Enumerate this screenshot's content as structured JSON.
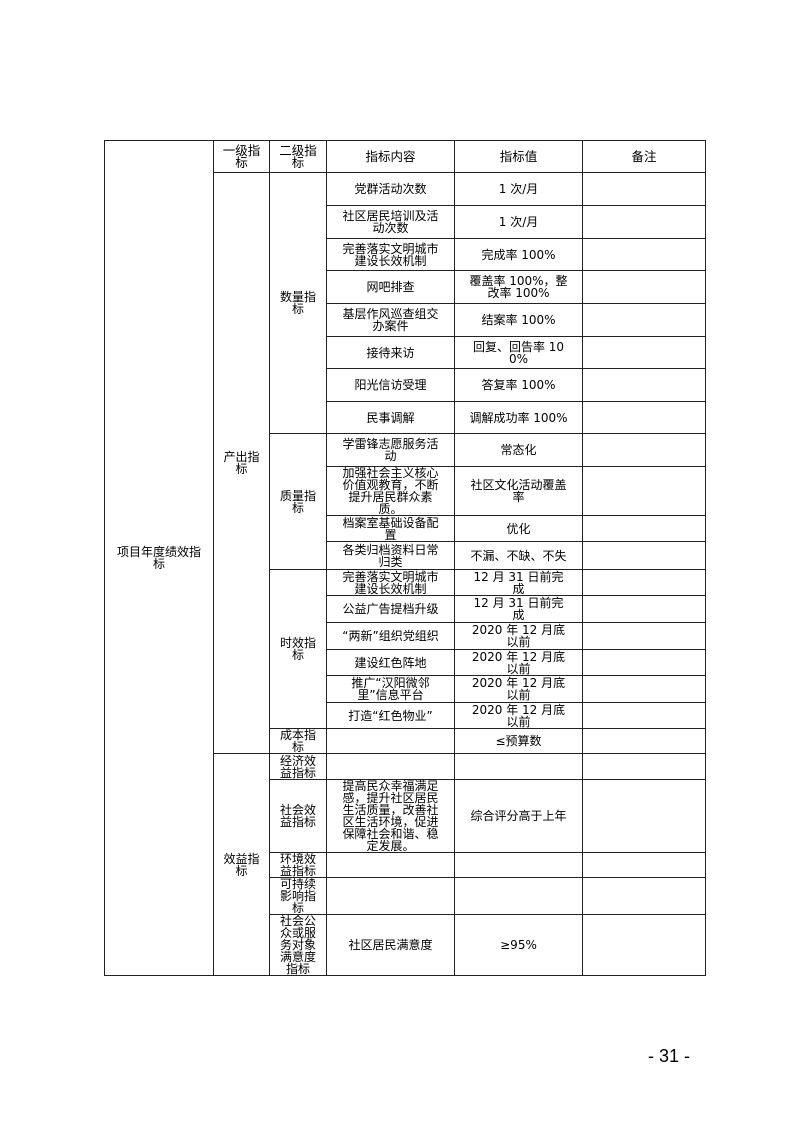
{
  "header": {
    "level1": "一级指标",
    "level2": "二级指标",
    "content": "指标内容",
    "value": "指标值",
    "note": "备注"
  },
  "title_cell": "项目年度绩效指标",
  "groups": [
    {
      "level1": "产出指标",
      "subs": [
        {
          "level2": "数量指标",
          "rows": [
            {
              "content": "党群活动次数",
              "value": "1 次/月",
              "note": ""
            },
            {
              "content": "社区居民培训及活动次数",
              "value": "1 次/月",
              "note": ""
            },
            {
              "content": "完善落实文明城市建设长效机制",
              "value": "完成率 100%",
              "note": ""
            },
            {
              "content": "网吧排查",
              "value": "覆盖率 100%，整改率 100%",
              "note": ""
            },
            {
              "content": "基层作风巡查组交办案件",
              "value": "结案率 100%",
              "note": ""
            },
            {
              "content": "接待来访",
              "value": "回复、回告率 100%",
              "note": ""
            },
            {
              "content": "阳光信访受理",
              "value": "答复率 100%",
              "note": ""
            },
            {
              "content": "民事调解",
              "value": "调解成功率 100%",
              "note": ""
            }
          ]
        },
        {
          "level2": "质量指标",
          "rows": [
            {
              "content": "学雷锋志愿服务活动",
              "value": "常态化",
              "note": ""
            },
            {
              "content": "加强社会主义核心价值观教育，不断提升居民群众素质。",
              "value": "社区文化活动覆盖率",
              "note": ""
            },
            {
              "content": "档案室基础设备配置",
              "value": "优化",
              "note": ""
            },
            {
              "content": "各类归档资料日常归类",
              "value": "不漏、不缺、不失",
              "note": ""
            }
          ]
        },
        {
          "level2": "时效指标",
          "rows": [
            {
              "content": "完善落实文明城市建设长效机制",
              "value": "12 月 31 日前完成",
              "note": ""
            },
            {
              "content": "公益广告提档升级",
              "value": "12 月 31 日前完成",
              "note": ""
            },
            {
              "content": "“两新”组织党组织",
              "value": "2020 年 12 月底以前",
              "note": ""
            },
            {
              "content": "建设红色阵地",
              "value": "2020 年 12 月底以前",
              "note": ""
            },
            {
              "content": "推广“汉阳微邻里”信息平台",
              "value": "2020 年 12 月底以前",
              "note": ""
            },
            {
              "content": "打造“红色物业”",
              "value": "2020 年 12 月底以前",
              "note": ""
            }
          ]
        },
        {
          "level2": "成本指标",
          "rows": [
            {
              "content": "",
              "value": "≤预算数",
              "note": ""
            }
          ]
        }
      ]
    },
    {
      "level1": "效益指标",
      "subs": [
        {
          "level2": "经济效益指标",
          "rows": [
            {
              "content": "",
              "value": "",
              "note": ""
            }
          ]
        },
        {
          "level2": "社会效益指标",
          "rows": [
            {
              "content": "提高民众幸福满足感，提升社区居民生活质量，改善社区生活环境，促进保障社会和谐、稳定发展。",
              "value": "综合评分高于上年",
              "note": ""
            }
          ]
        },
        {
          "level2": "环境效益指标",
          "rows": [
            {
              "content": "",
              "value": "",
              "note": ""
            }
          ]
        },
        {
          "level2": "可持续影响指标",
          "rows": [
            {
              "content": "",
              "value": "",
              "note": ""
            }
          ]
        },
        {
          "level2": "社会公众或服务对象满意度指标",
          "rows": [
            {
              "content": "社区居民满意度",
              "value": "≥95%",
              "note": ""
            }
          ]
        }
      ]
    }
  ],
  "page_number": "- 31 -"
}
